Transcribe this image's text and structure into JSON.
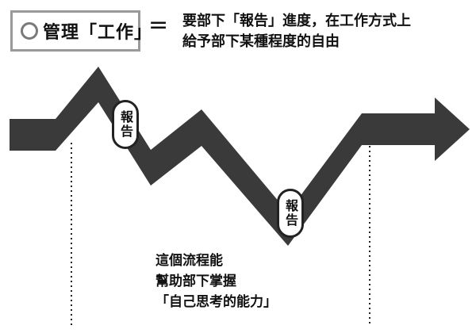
{
  "title": {
    "text": "管理「工作」"
  },
  "equals_sign": "=",
  "definition": {
    "line1": "要部下「報告」進度，在工作方式上",
    "line2": "給予部下某種程度的自由"
  },
  "report_labels": [
    "報告",
    "報告"
  ],
  "caption": {
    "line1": "這個流程能",
    "line2": "幫助部下掌握",
    "line3": "「自己思考的能力」"
  },
  "colors": {
    "arrow": "#3a3a3a",
    "border": "#9a9a9a"
  }
}
